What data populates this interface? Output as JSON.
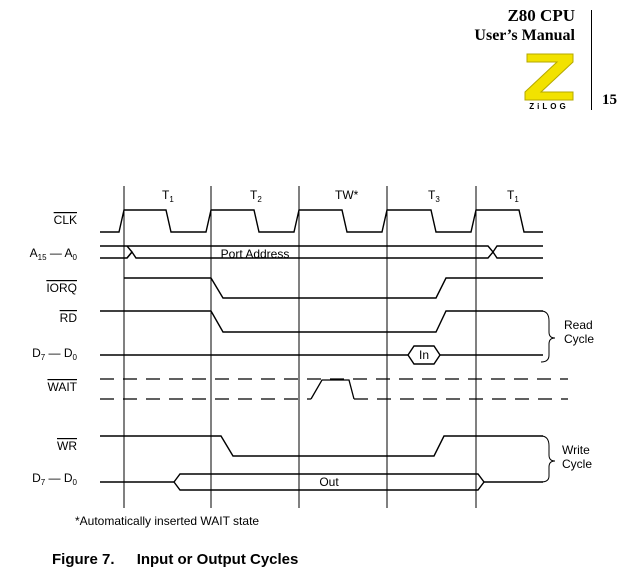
{
  "header": {
    "title": "Z80 CPU",
    "subtitle": "User’s Manual",
    "page_number": "15",
    "logo_text": "ZiLOG",
    "logo_color": "#f2e200"
  },
  "diagram": {
    "states": [
      {
        "main": "T",
        "sub": "1"
      },
      {
        "main": "T",
        "sub": "2"
      },
      {
        "main": "TW*",
        "sub": ""
      },
      {
        "main": "T",
        "sub": "3"
      },
      {
        "main": "T",
        "sub": "1"
      }
    ],
    "signals": {
      "clk": "CLK",
      "addr": {
        "main": "A",
        "sub1": "15",
        "mid": " — A",
        "sub2": "0"
      },
      "iorq": "IORQ",
      "rd": "RD",
      "data_read": {
        "main": "D",
        "sub1": "7",
        "mid": " — D",
        "sub2": "0"
      },
      "wait": "WAIT",
      "wr": "WR",
      "data_write": {
        "main": "D",
        "sub1": "7",
        "mid": " — D",
        "sub2": "0"
      }
    },
    "bus_labels": {
      "address": "Port Address",
      "data_in": "In",
      "data_out": "Out"
    },
    "groups": {
      "read": [
        "Read",
        "Cycle"
      ],
      "write": [
        "Write",
        "Cycle"
      ]
    }
  },
  "footnote": "*Automatically inserted WAIT state",
  "caption": {
    "number": "Figure 7.",
    "title": "Input or Output Cycles"
  }
}
